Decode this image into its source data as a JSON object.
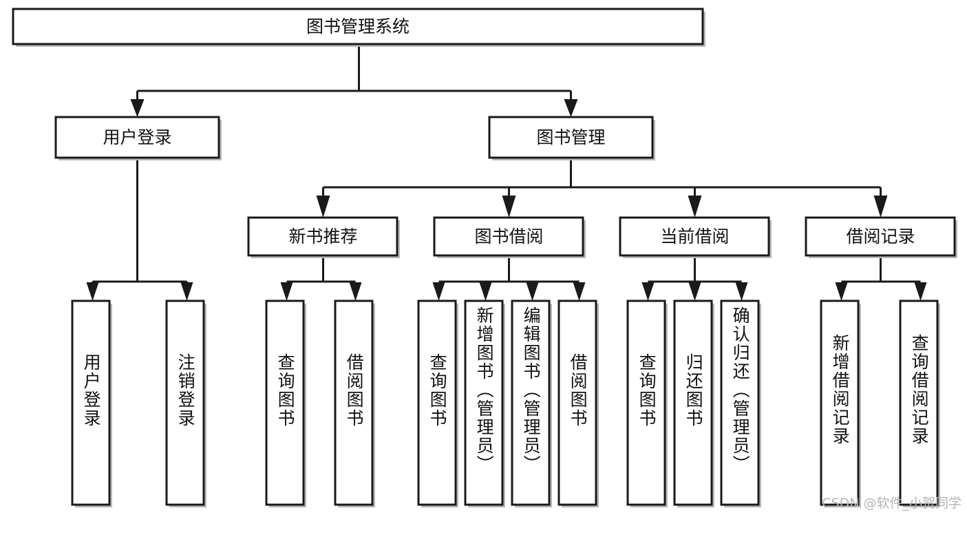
{
  "diagram": {
    "type": "tree-hierarchy",
    "title": "图书管理系统",
    "watermark": "CSDN @软件_小贺同学",
    "colors": {
      "stroke": "#1a1a1a",
      "fill": "#ffffff",
      "text": "#111111",
      "shadow": "#b9b9b9",
      "watermark": "#b5b5b5"
    },
    "root": {
      "label": "图书管理系统"
    },
    "level2": [
      {
        "label": "用户登录"
      },
      {
        "label": "图书管理"
      }
    ],
    "level3": [
      {
        "label": "新书推荐"
      },
      {
        "label": "图书借阅"
      },
      {
        "label": "当前借阅"
      },
      {
        "label": "借阅记录"
      }
    ],
    "leaves": {
      "user_login": [
        {
          "label": "用户登录"
        },
        {
          "label": "注销登录"
        }
      ],
      "new_book_recommend": [
        {
          "label": "查询图书"
        },
        {
          "label": "借阅图书"
        }
      ],
      "book_borrow": [
        {
          "label": "查询图书"
        },
        {
          "label": "新增图书（管理员）"
        },
        {
          "label": "编辑图书（管理员）"
        },
        {
          "label": "借阅图书"
        }
      ],
      "current_borrow": [
        {
          "label": "查询图书"
        },
        {
          "label": "归还图书"
        },
        {
          "label": "确认归还（管理员）"
        }
      ],
      "borrow_record": [
        {
          "label": "新增借阅记录"
        },
        {
          "label": "查询借阅记录"
        }
      ]
    }
  }
}
